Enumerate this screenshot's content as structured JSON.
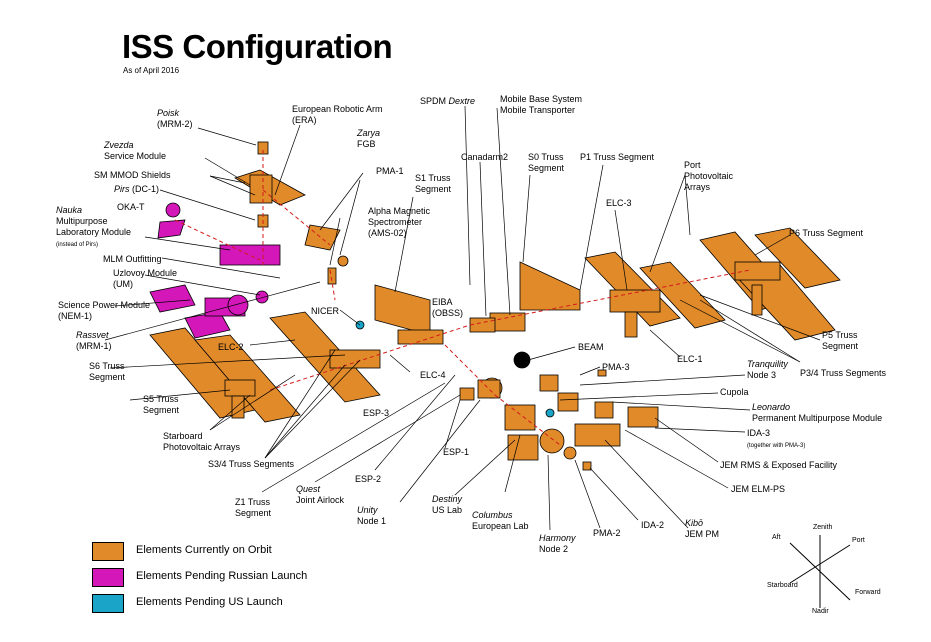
{
  "title": "ISS Configuration",
  "subtitle": "As of April 2016",
  "colors": {
    "on_orbit": "#e08a2a",
    "russian_pending": "#d417b8",
    "us_pending": "#1aa5c8",
    "outline": "#000000",
    "leader": "#d41a1a"
  },
  "labels": {
    "poisk": "Poisk",
    "poisk_sub": "(MRM-2)",
    "era": "European Robotic Arm",
    "era_sub": "(ERA)",
    "zvezda": "Zvezda",
    "zvezda_sub": "Service Module",
    "zarya": "Zarya",
    "zarya_sub": "FGB",
    "mmod": "SM MMOD Shields",
    "pirs": "Pirs",
    "pirs_sub": "(DC-1)",
    "pma1": "PMA-1",
    "okat": "OKA-T",
    "nauka": "Nauka",
    "nauka_1": "Multipurpose",
    "nauka_2": "Laboratory Module",
    "nauka_3": "(instead of Pirs)",
    "mlm_outfit": "MLM Outfitting",
    "uzlovoy": "Uzlovoy Module",
    "uzlovoy_sub": "(UM)",
    "spm": "Science Power Module",
    "spm_sub": "(NEM-1)",
    "rassvet": "Rassvet",
    "rassvet_sub": "(MRM-1)",
    "s6": "S6 Truss",
    "s6_sub": "Segment",
    "s5": "S5 Truss",
    "s5_sub": "Segment",
    "stbd": "Starboard",
    "stbd_sub": "Photovoltaic Arrays",
    "s34": "S3/4 Truss Segments",
    "z1": "Z1 Truss",
    "z1_sub": "Segment",
    "quest": "Quest",
    "quest_sub": "Joint Airlock",
    "unity": "Unity",
    "unity_sub": "Node 1",
    "destiny": "Destiny",
    "destiny_sub": "US Lab",
    "columbus": "Columbus",
    "columbus_sub": "European Lab",
    "harmony": "Harmony",
    "harmony_sub": "Node 2",
    "pma2": "PMA-2",
    "ida2": "IDA-2",
    "kibo": "Kibō",
    "kibo_sub": "JEM PM",
    "jem_elm": "JEM ELM-PS",
    "jem_rms": "JEM RMS & Exposed Facility",
    "ida3": "IDA-3",
    "ida3_sub": "(together with PMA-3)",
    "leonardo": "Leonardo",
    "leonardo_sub": "Permanent Multipurpose Module",
    "cupola": "Cupola",
    "tranquility": "Tranquility",
    "tranquility_sub": "Node 3",
    "pma3": "PMA-3",
    "beam": "BEAM",
    "p34": "P3/4 Truss Segments",
    "p5": "P5 Truss",
    "p5_sub": "Segment",
    "elc1": "ELC-1",
    "elc2": "ELC-2",
    "elc3": "ELC-3",
    "elc4": "ELC-4",
    "esp1": "ESP-1",
    "esp2": "ESP-2",
    "esp3": "ESP-3",
    "nicer": "NICER",
    "eiba": "EIBA",
    "eiba_sub": "(OBSS)",
    "s1": "S1 Truss",
    "s1_sub": "Segment",
    "ams": "Alpha Magnetic",
    "ams_1": "Spectrometer",
    "ams_2": "(AMS-02)",
    "spdm": "SPDM",
    "spdm_sub": "Dextre",
    "canadarm": "Canadarm2",
    "mbs": "Mobile Base System",
    "mbs_sub": "Mobile Transporter",
    "s0": "S0 Truss",
    "s0_sub": "Segment",
    "p1": "P1 Truss Segment",
    "port_pv": "Port",
    "port_pv_1": "Photovoltaic",
    "port_pv_2": "Arrays",
    "p6": "P6 Truss Segment"
  },
  "legend": [
    {
      "label": "Elements Currently on Orbit",
      "color": "#e08a2a"
    },
    {
      "label": "Elements Pending Russian Launch",
      "color": "#d417b8"
    },
    {
      "label": "Elements Pending US Launch",
      "color": "#1aa5c8"
    }
  ],
  "axes": {
    "zenith": "Zenith",
    "aft": "Aft",
    "port": "Port",
    "starboard": "Starboard",
    "forward": "Forward",
    "nadir": "Nadir"
  }
}
